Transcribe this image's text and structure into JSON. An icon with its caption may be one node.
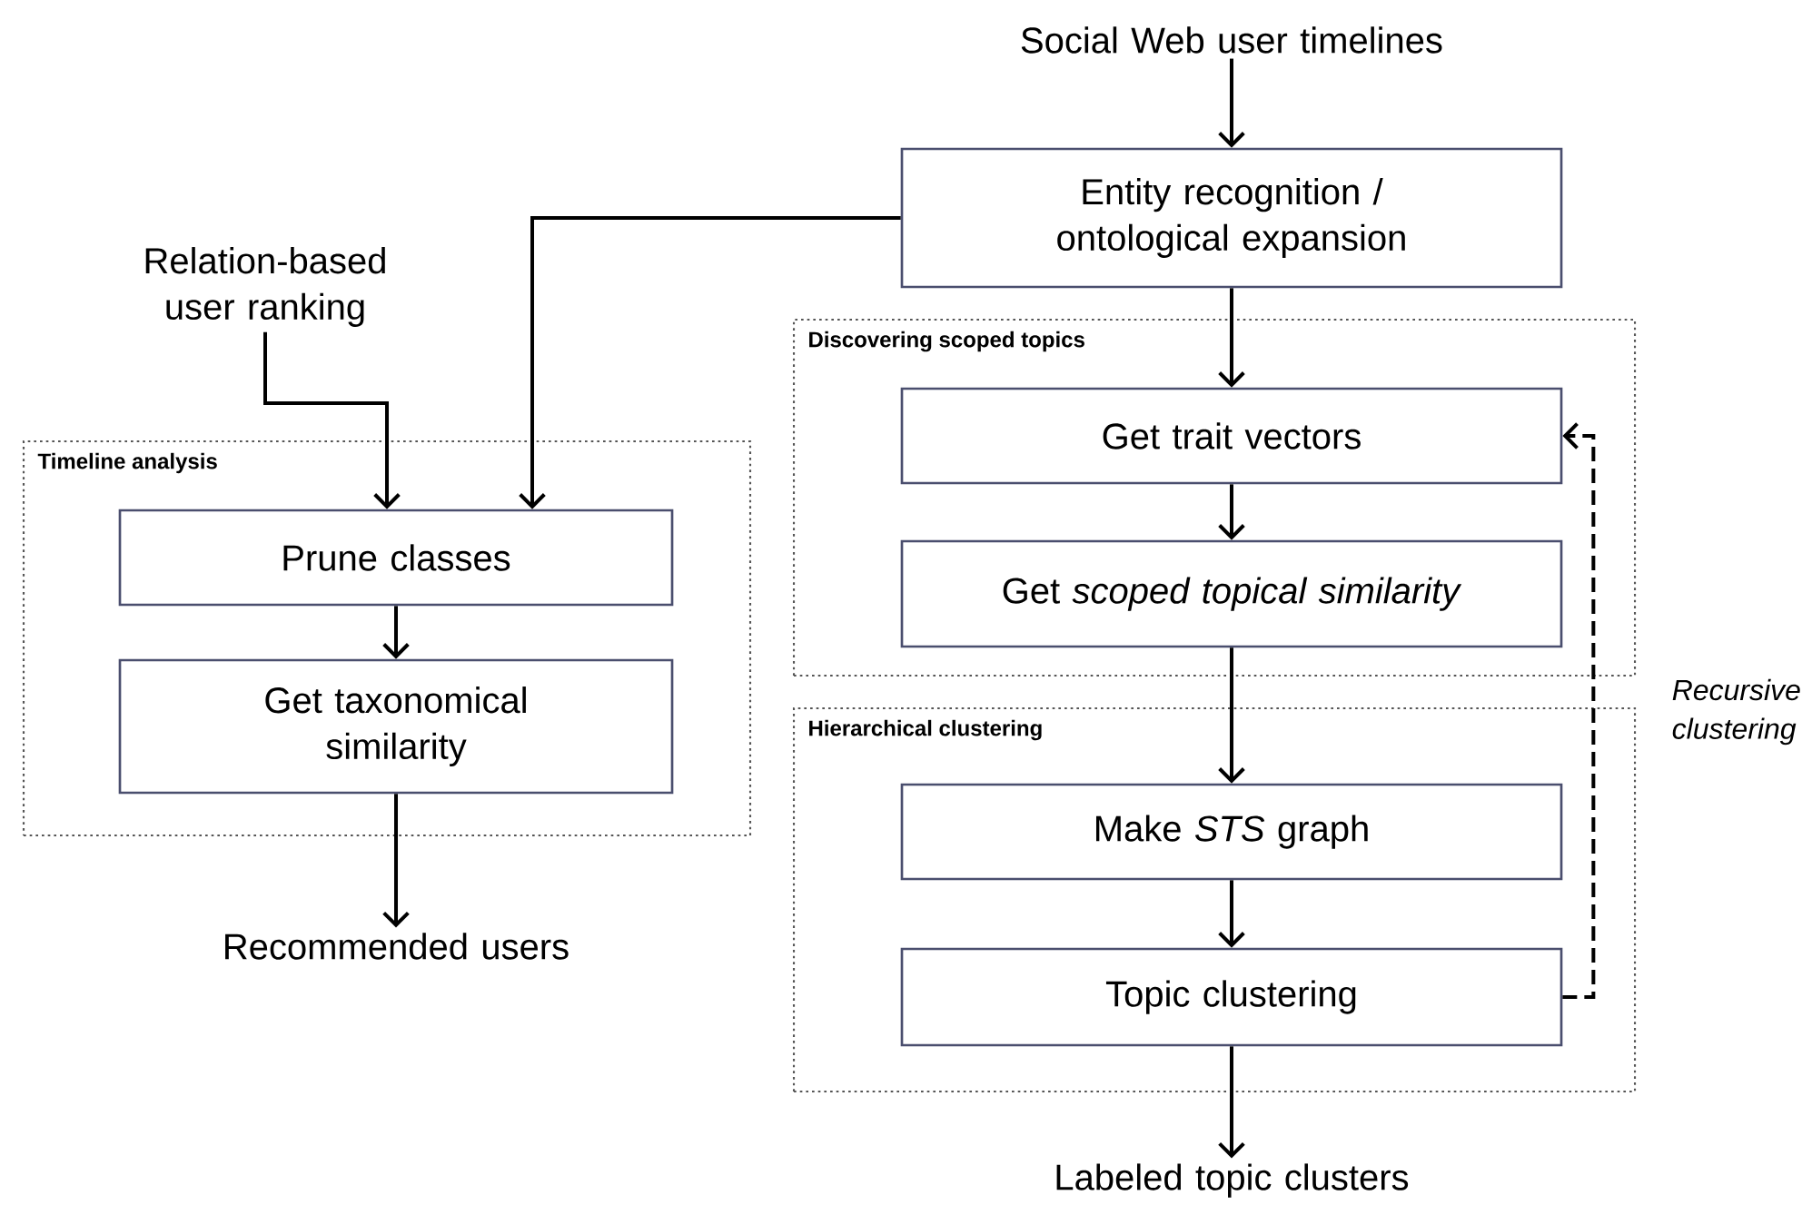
{
  "diagram": {
    "nodes": [
      {
        "text": [
          "Social Web user timelines"
        ]
      },
      {
        "text": [
          "Entity recognition / ontological expansion"
        ]
      },
      {
        "text": [
          "Relation-based user ranking"
        ]
      },
      {
        "text": [
          "Timeline analysis"
        ]
      },
      {
        "text": [
          "Prune classes"
        ],
        "in": 3
      },
      {
        "text": [
          "Get taxonomical similarity"
        ],
        "in": 3
      },
      {
        "text": [
          "Recommended users"
        ]
      },
      {
        "text": [
          "Discovering scoped topics"
        ]
      },
      {
        "text": [
          "Get trait vectors"
        ],
        "in": 7
      },
      {
        "text": [
          "Get *scoped topical similarity*"
        ],
        "in": 7
      },
      {
        "text": [
          "Hierarchical clustering"
        ]
      },
      {
        "text": [
          "Make *STS* graph"
        ],
        "in": 10
      },
      {
        "text": [
          "Topic clustering"
        ],
        "in": 10
      },
      {
        "text": [
          "Labeled topic clusters"
        ]
      }
    ],
    "edges": [
      {
        "from": 0,
        "to": 1,
        "arrow": "to"
      },
      {
        "from": 1,
        "to": 4,
        "arrow": "to"
      },
      {
        "from": 2,
        "to": 4,
        "arrow": "to"
      },
      {
        "from": 4,
        "to": 5,
        "arrow": "to"
      },
      {
        "from": 5,
        "to": 6,
        "arrow": "to"
      },
      {
        "from": 1,
        "to": 8,
        "arrow": "to"
      },
      {
        "from": 8,
        "to": 9,
        "arrow": "to"
      },
      {
        "from": 9,
        "to": 11,
        "arrow": "to"
      },
      {
        "from": 11,
        "to": 12,
        "arrow": "to"
      },
      {
        "from": 12,
        "to": 8,
        "arrow": "to",
        "style": "dashed",
        "label": "Recursive clustering"
      },
      {
        "from": 12,
        "to": 13,
        "arrow": "to"
      }
    ]
  }
}
